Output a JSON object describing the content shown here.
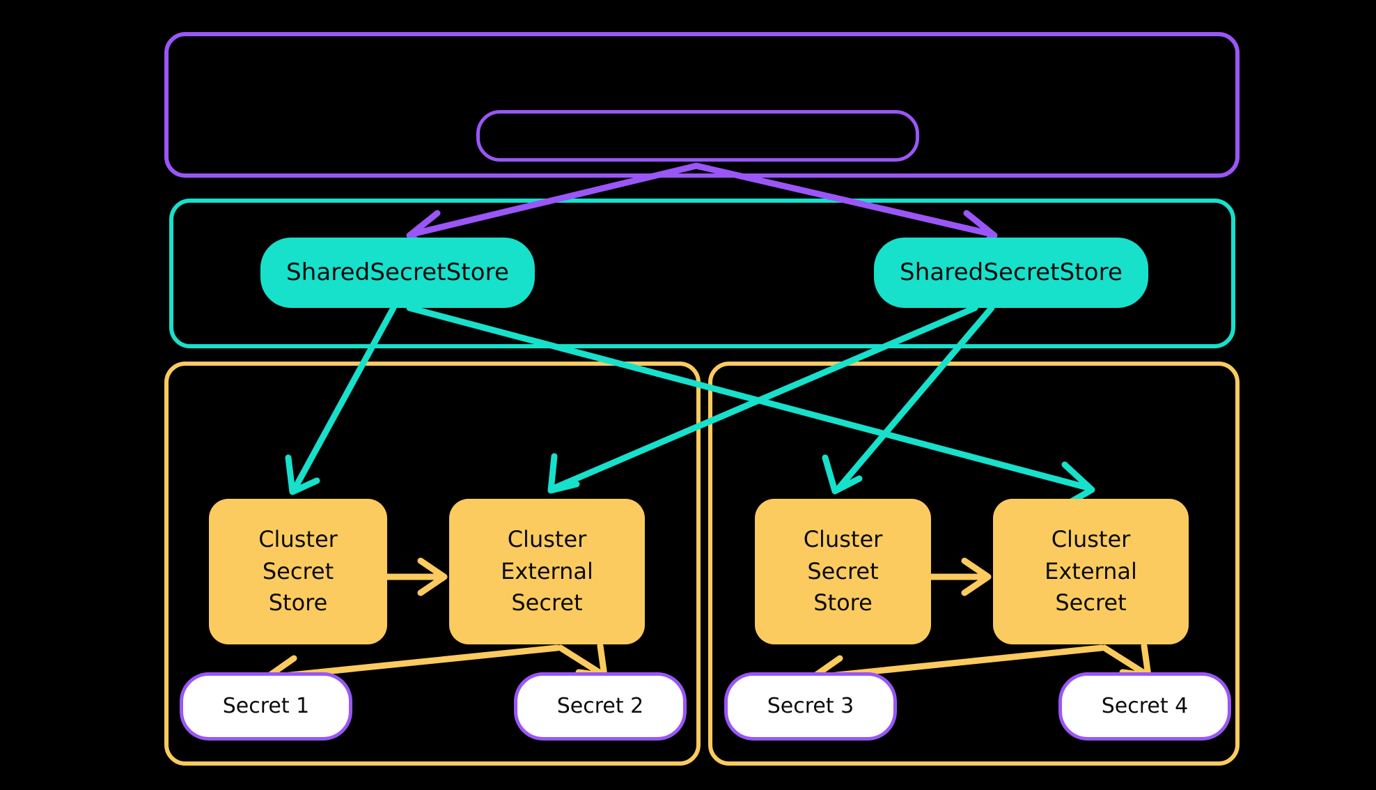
{
  "diagram": {
    "background_color": "#000000",
    "colors": {
      "purple": "#9a56f7",
      "teal": "#17e0cb",
      "yellow": "#fbcb5f",
      "white": "#ffffff",
      "text": "#0b0b0b"
    },
    "containers": [
      {
        "id": "outer-purple",
        "label": "",
        "color": "#9a56f7"
      },
      {
        "id": "outer-teal",
        "label": "",
        "color": "#17e0cb"
      },
      {
        "id": "cluster-left",
        "label": "",
        "color": "#fbcb5f"
      },
      {
        "id": "cluster-right",
        "label": "",
        "color": "#fbcb5f"
      }
    ],
    "nodes": {
      "root_pill": {
        "label": "",
        "shape": "rounded-pill",
        "fill": "none",
        "stroke": "#9a56f7"
      },
      "shared_store_left": {
        "label": "SharedSecretStore",
        "fill": "#17e0cb"
      },
      "shared_store_right": {
        "label": "SharedSecretStore",
        "fill": "#17e0cb"
      },
      "cluster_secret_store_left": {
        "label": "Cluster\nSecret\nStore",
        "fill": "#fbcb5f"
      },
      "cluster_external_secret_left": {
        "label": "Cluster\nExternal\nSecret",
        "fill": "#fbcb5f"
      },
      "cluster_secret_store_right": {
        "label": "Cluster\nSecret\nStore",
        "fill": "#fbcb5f"
      },
      "cluster_external_secret_right": {
        "label": "Cluster\nExternal\nSecret",
        "fill": "#fbcb5f"
      },
      "secret_1": {
        "label": "Secret 1",
        "fill": "#ffffff",
        "stroke": "#9a56f7"
      },
      "secret_2": {
        "label": "Secret 2",
        "fill": "#ffffff",
        "stroke": "#9a56f7"
      },
      "secret_3": {
        "label": "Secret 3",
        "fill": "#ffffff",
        "stroke": "#9a56f7"
      },
      "secret_4": {
        "label": "Secret 4",
        "fill": "#ffffff",
        "stroke": "#9a56f7"
      }
    },
    "edges": [
      {
        "from": "root_pill",
        "to": "shared_store_left",
        "color": "#9a56f7"
      },
      {
        "from": "root_pill",
        "to": "shared_store_right",
        "color": "#9a56f7"
      },
      {
        "from": "shared_store_left",
        "to": "cluster_secret_store_left",
        "color": "#17e0cb"
      },
      {
        "from": "shared_store_left",
        "to": "cluster_secret_store_right",
        "color": "#17e0cb"
      },
      {
        "from": "shared_store_right",
        "to": "cluster_external_secret_left",
        "color": "#17e0cb"
      },
      {
        "from": "shared_store_right",
        "to": "cluster_external_secret_right",
        "color": "#17e0cb"
      },
      {
        "from": "cluster_secret_store_left",
        "to": "cluster_external_secret_left",
        "color": "#fbcb5f"
      },
      {
        "from": "cluster_secret_store_right",
        "to": "cluster_external_secret_right",
        "color": "#fbcb5f"
      },
      {
        "from": "cluster_external_secret_left",
        "to": "secret_1",
        "color": "#fbcb5f"
      },
      {
        "from": "cluster_external_secret_left",
        "to": "secret_2",
        "color": "#fbcb5f"
      },
      {
        "from": "cluster_external_secret_right",
        "to": "secret_3",
        "color": "#fbcb5f"
      },
      {
        "from": "cluster_external_secret_right",
        "to": "secret_4",
        "color": "#fbcb5f"
      }
    ]
  }
}
